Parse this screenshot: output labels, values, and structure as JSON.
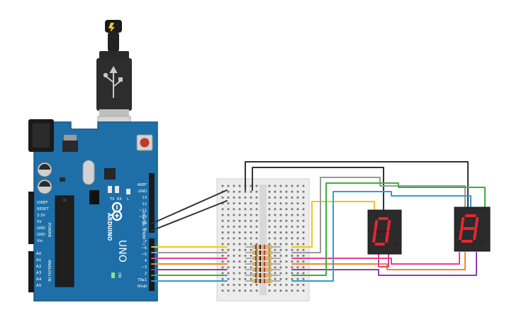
{
  "board": {
    "model": "UNO",
    "brand": "ARDUINO",
    "power_label": "POWER",
    "analog_label": "ANALOG IN",
    "digital_label": "DIGITAL (PWM ~)",
    "on_label": "ON",
    "tx_label": "TX",
    "rx_label": "RX",
    "l_label": "L",
    "power_pins": [
      "IOREF",
      "RESET",
      "3.3V",
      "5V",
      "GND",
      "GND",
      "Vin"
    ],
    "analog_pins": [
      "A0",
      "A1",
      "A2",
      "A3",
      "A4",
      "A5"
    ],
    "digital_top_pins": [
      "AREF",
      "GND",
      "13",
      "12",
      "~11",
      "~10",
      "~9",
      "8"
    ],
    "digital_bottom_pins": [
      "7",
      "~6",
      "~5",
      "4",
      "~3",
      "2",
      "TX▸1",
      "RX◂0"
    ]
  },
  "icons": {
    "power_bolt": "lightning-bolt-icon",
    "usb": "usb-trident-icon"
  },
  "displays": {
    "left_digit": "0",
    "right_digit": "8"
  },
  "colors": {
    "board": "#1e6fa8",
    "breadboard": "#ececec",
    "seg_on": "#e8252f",
    "seg_off": "#3a1a1a",
    "wire_black": "#333333",
    "wire_gray": "#9a9a9a",
    "wire_yellow": "#f2c618",
    "wire_green": "#3fae3f",
    "wire_blue": "#2e9fd6",
    "wire_pink": "#e4418d",
    "wire_orange": "#f08a1c",
    "wire_purple": "#8b3fb0"
  }
}
